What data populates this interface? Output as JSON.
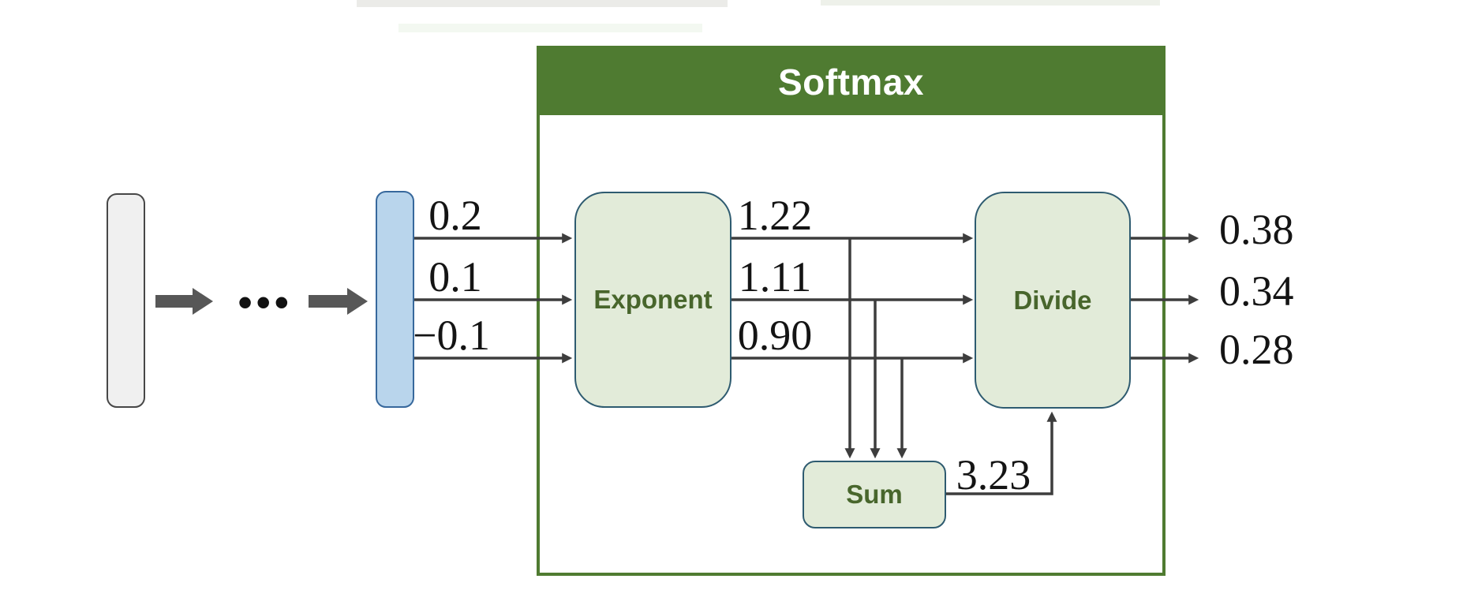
{
  "title": "Softmax",
  "ellipsis": "...",
  "blocks": {
    "exponent": "Exponent",
    "sum": "Sum",
    "divide": "Divide"
  },
  "rows": [
    {
      "input": "0.2",
      "exp": "1.22",
      "output": "0.38"
    },
    {
      "input": "0.1",
      "exp": "1.11",
      "output": "0.34"
    },
    {
      "input": "−0.1",
      "exp": "0.90",
      "output": "0.28"
    }
  ],
  "sum_value": "3.23",
  "colors": {
    "green": "#4f7b31",
    "boxfill": "#e2ebd9",
    "boxborder": "#2e5b70",
    "bluefill": "#b9d5ec",
    "blueborder": "#37689c",
    "grayfill": "#f0f0f0",
    "grayborder": "#474747",
    "line": "#3d3d3d",
    "boldarrow": "#575757",
    "numcolor": "#141414",
    "labelcolor": "#48662c"
  }
}
